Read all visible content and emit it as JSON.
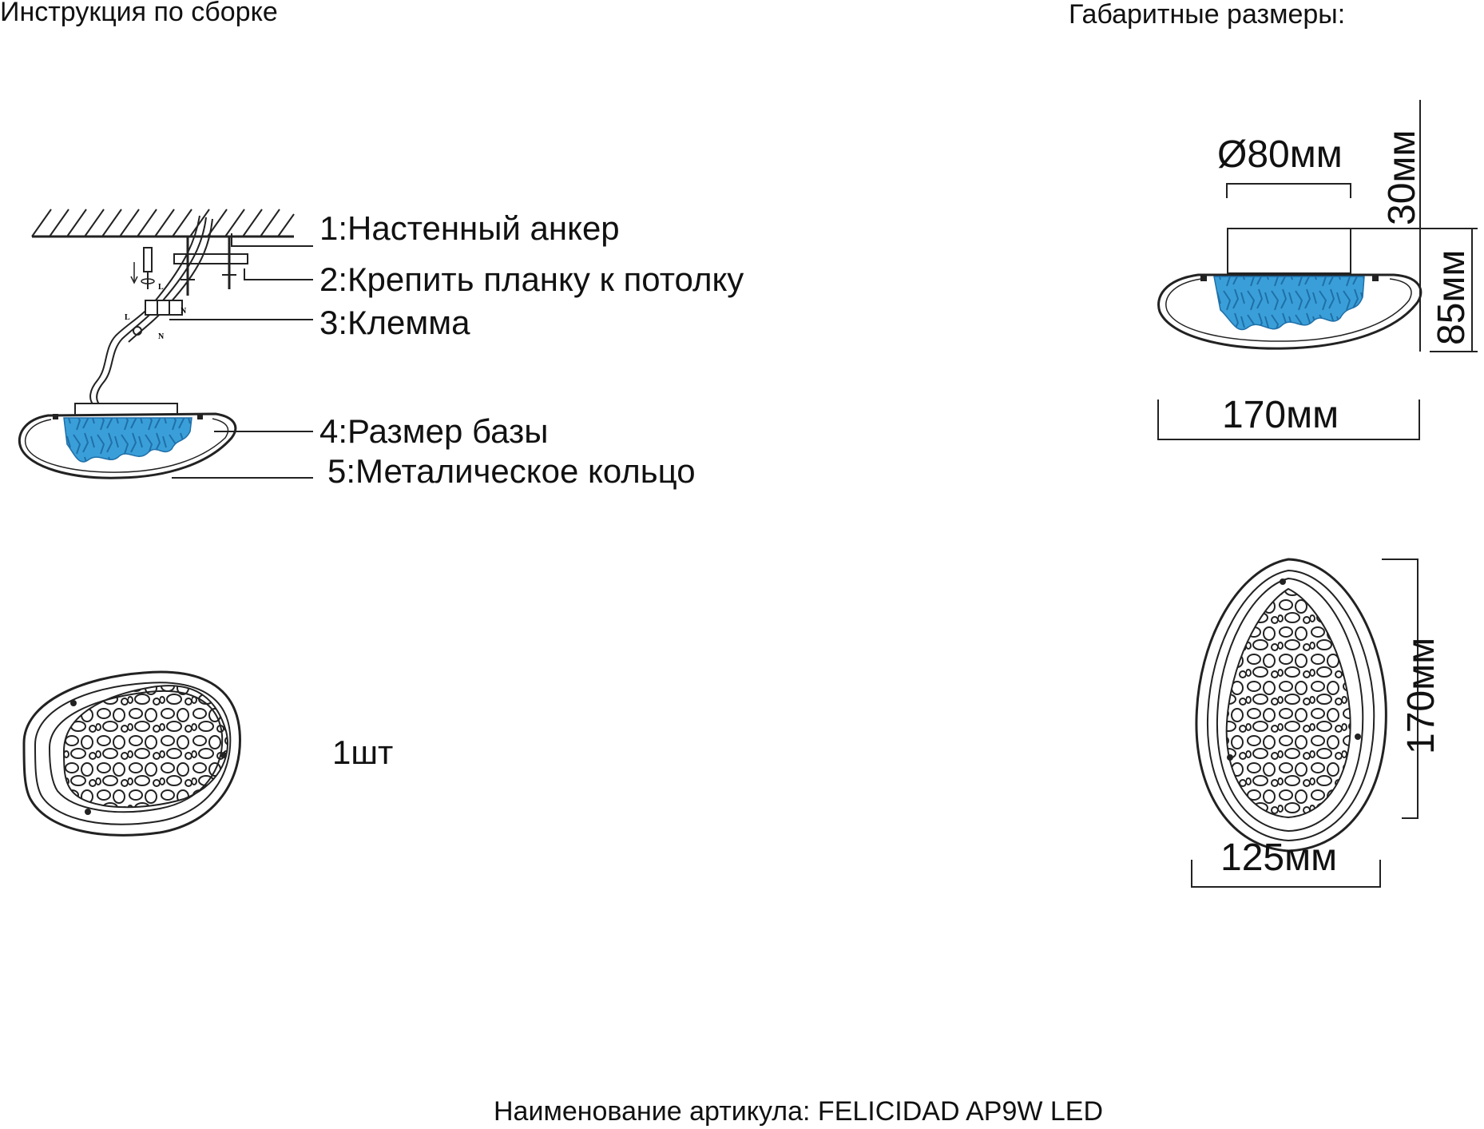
{
  "header": {
    "left_title": "Инструкция по сборке",
    "right_title": "Габаритные размеры:"
  },
  "callouts": [
    "1:Настенный анкер",
    "2:Крепить планку к потолку",
    "3:Клемма",
    "4:Размер базы",
    "5:Металическое кольцо"
  ],
  "wire_marks": {
    "live": "L",
    "neutral": "N"
  },
  "quantity": "1шт",
  "dimensions": {
    "diameter": "Ø80мм",
    "base_height": "30мм",
    "total_depth": "85мм",
    "side_width": "170мм",
    "front_height": "170мм",
    "front_width": "125мм"
  },
  "footer": "Наименование артикула: FELICIDAD AP9W LED",
  "colors": {
    "line": "#1a1a1a",
    "crystal": "#3a9fd8",
    "crystal_dark": "#1f6fa8"
  }
}
